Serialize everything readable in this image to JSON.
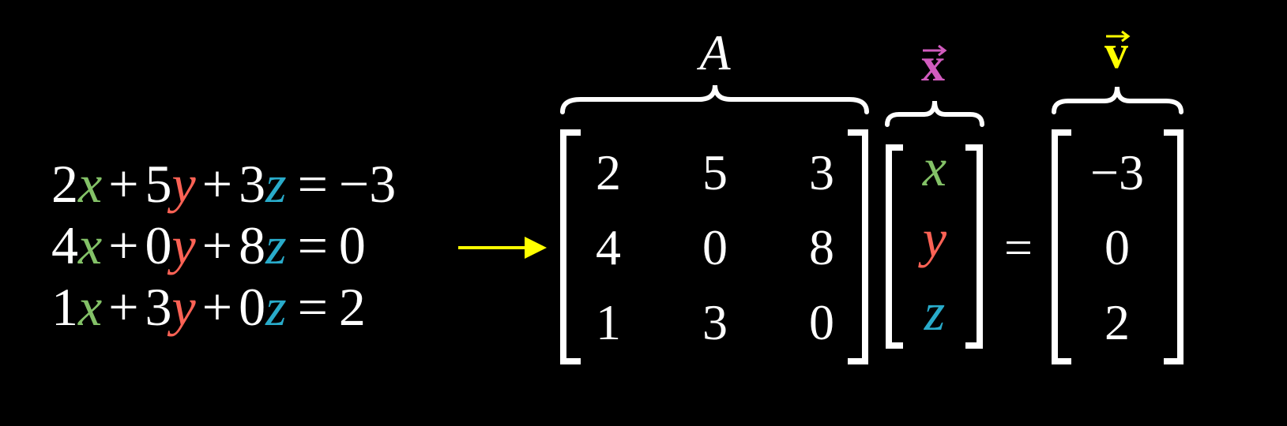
{
  "colors": {
    "x": "#83C167",
    "y": "#FC6255",
    "z": "#29ABCA",
    "xvec": "#D15BBE",
    "vvec": "#FFFF00",
    "arrow": "#FFFF00",
    "text": "#FFFFFF"
  },
  "symbols": {
    "plus": "+",
    "equals": "="
  },
  "variables": {
    "x": "x",
    "y": "y",
    "z": "z"
  },
  "equations": [
    {
      "a": "2",
      "b": "5",
      "c": "3",
      "rhs": "−3"
    },
    {
      "a": "4",
      "b": "0",
      "c": "8",
      "rhs": "0"
    },
    {
      "a": "1",
      "b": "3",
      "c": "0",
      "rhs": "2"
    }
  ],
  "matrix": {
    "label": "A",
    "rows": [
      [
        "2",
        "5",
        "3"
      ],
      [
        "4",
        "0",
        "8"
      ],
      [
        "1",
        "3",
        "0"
      ]
    ]
  },
  "vector_x": {
    "label": "x",
    "entries": [
      "x",
      "y",
      "z"
    ]
  },
  "vector_v": {
    "label": "v",
    "entries": [
      "−3",
      "0",
      "2"
    ]
  }
}
